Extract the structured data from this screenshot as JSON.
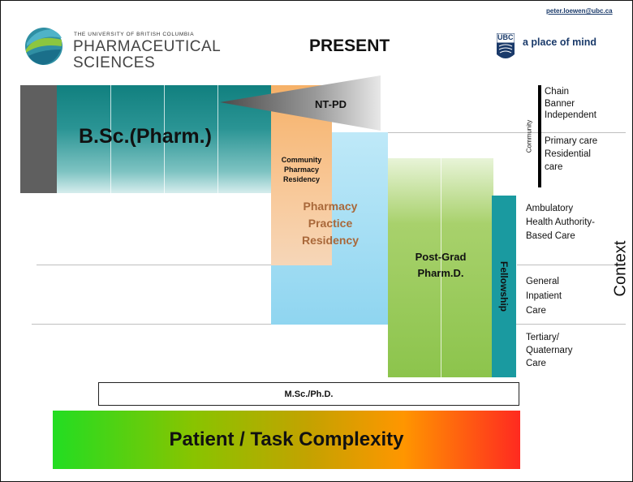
{
  "header": {
    "university_line": "THE UNIVERSITY OF BRITISH COLUMBIA",
    "faculty_line1": "PHARMACEUTICAL",
    "faculty_line2": "SCIENCES",
    "title": "PRESENT",
    "email": "peter.loewen@ubc.ca",
    "tagline": "a place of mind",
    "ubc_logo_text": "UBC"
  },
  "programs": {
    "bsc": "B.Sc.(Pharm.)",
    "ntpd": "NT-PD",
    "community_residency": [
      "Community",
      "Pharmacy",
      "Residency"
    ],
    "practice_residency": [
      "Pharmacy",
      "Practice",
      "Residency"
    ],
    "postgrad": [
      "Post-Grad",
      "Pharm.D."
    ],
    "fellowship": "Fellowship",
    "msc_phd": "M.Sc./Ph.D."
  },
  "context": {
    "label": "Context",
    "community_label": "Community",
    "community_items": [
      "Chain",
      "Banner",
      "Independent"
    ],
    "primary_items": [
      "Primary care",
      "Residential",
      "care"
    ],
    "ambulatory": [
      "Ambulatory",
      "Health Authority-",
      "Based Care"
    ],
    "general": [
      "General",
      "Inpatient",
      "Care"
    ],
    "tertiary": [
      "Tertiary/",
      "Quaternary",
      "Care"
    ]
  },
  "complexity_label": "Patient / Task Complexity",
  "colors": {
    "teal": "#1a8a8a",
    "gray_block": "#5f5f5f",
    "orange": "#f5b370",
    "light_blue": "#9fdcf3",
    "green": "#8cc44c",
    "fellowship": "#1a9aa0",
    "gradient": [
      "#22dd22",
      "#aab300",
      "#ff9900",
      "#ff2222"
    ]
  }
}
